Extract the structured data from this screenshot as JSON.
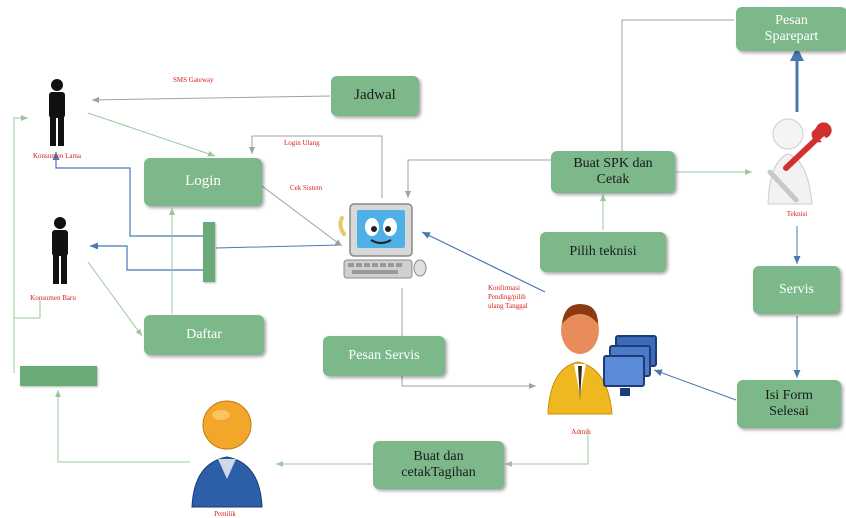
{
  "boxes": {
    "pesan_sparepart": "Pesan\nSparepart",
    "jadwal": "Jadwal",
    "login": "Login",
    "buat_spk": "Buat SPK dan\nCetak",
    "pilih_teknisi": "Pilih teknisi",
    "servis": "Servis",
    "daftar": "Daftar",
    "pesan_servis": "Pesan Servis",
    "isi_form": "Isi Form\nSelesai",
    "buat_tagihan": "Buat dan\ncetakTagihan"
  },
  "labels": {
    "sms_gateway": "SMS Gateway",
    "login_ulang": "Login Ulang",
    "cek_sistem": "Cek Sistem",
    "konfirmasi": "Konfirmasi\nPending/pilih\nulang Tanggal"
  },
  "actors": {
    "konsumen_lama": "Konsumen Lama",
    "konsumen_baru": "Konsumen Baru",
    "teknisi": "Teknisi",
    "admin": "Admin",
    "pemilik": "Pemilik"
  },
  "colors": {
    "box_fill": "#7db88a",
    "green_arrow": "#9bc89b",
    "gray_arrow": "#a0a0a0",
    "blue_arrow": "#4a78b0",
    "label_red": "#d42020"
  },
  "icons": {
    "konsumen_lama": "person-icon",
    "konsumen_baru": "person-icon",
    "computer": "computer-mascot-icon",
    "teknisi": "technician-wrench-icon",
    "admin": "admin-user-computer-icon",
    "pemilik": "owner-user-icon"
  }
}
